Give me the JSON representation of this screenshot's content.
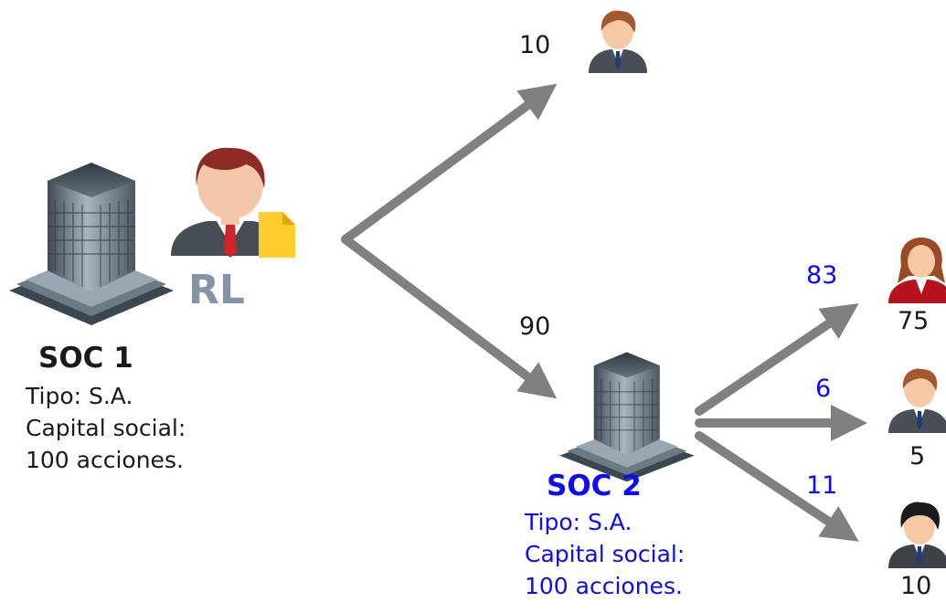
{
  "soc1": {
    "name": "SOC 1",
    "tipo": "Tipo: S.A.",
    "capital_label": "Capital social:",
    "acciones": "100 acciones.",
    "rl_badge": "RL"
  },
  "soc2": {
    "name": "SOC 2",
    "tipo": "Tipo: S.A.",
    "capital_label": "Capital social:",
    "acciones": "100 acciones.",
    "color": "#0a0aff"
  },
  "edges": {
    "soc1_to_person": "10",
    "soc1_to_soc2": "90",
    "soc2_to_woman": "83",
    "soc2_to_man": "6",
    "soc2_to_dark_man": "11"
  },
  "person_values": {
    "woman": "75",
    "man": "5",
    "dark_man": "10"
  },
  "icons": [
    "building-icon",
    "legal-representative-icon",
    "document-icon",
    "person-icon",
    "businesswoman-icon",
    "businessman-icon",
    "dark-hair-businessman-icon"
  ],
  "colors": {
    "arrow": "#808080",
    "edge_label_soc2": "#0a0aff",
    "rl": "#8593a9"
  }
}
